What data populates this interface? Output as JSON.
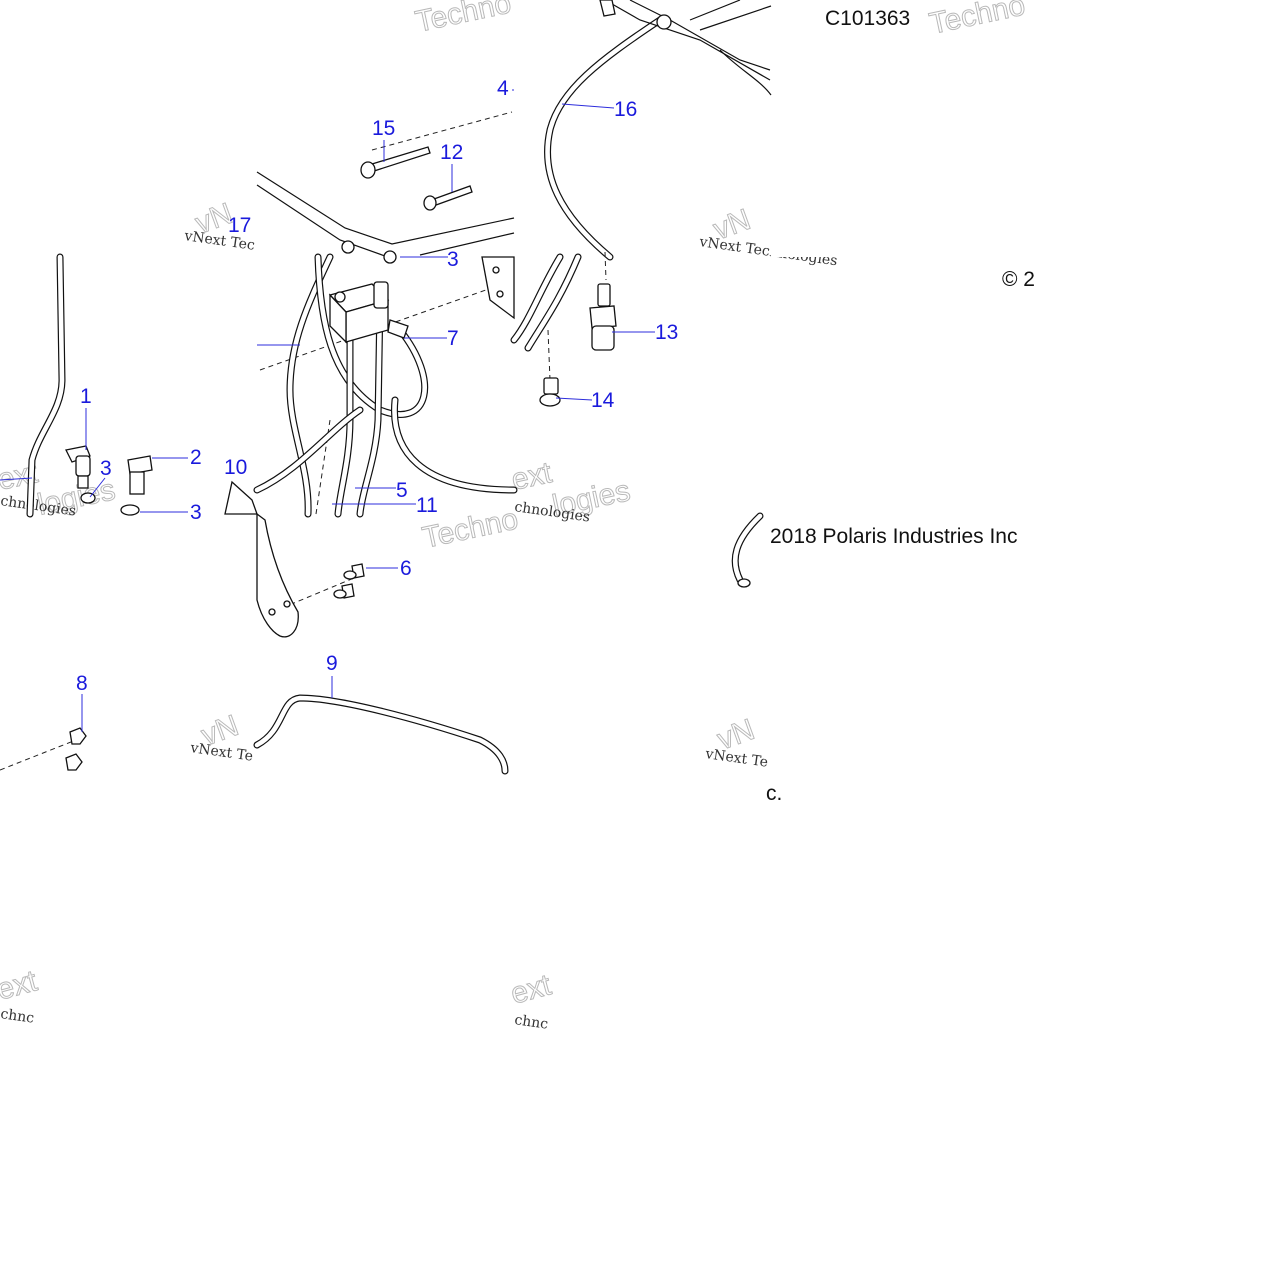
{
  "diagram": {
    "id_code": "C101363",
    "copyright_symbol": "© 2",
    "copyright_text": "2018 Polaris Industries Inc",
    "copyright_tail": "c.",
    "watermark": {
      "big": [
        "Techno",
        "Techno",
        "ext",
        "Techno",
        "ext",
        "vN",
        "vN",
        "vN",
        "vN",
        "ext",
        "ext",
        "logies",
        "logies"
      ],
      "small": [
        "vNext Tec",
        "vNext Technologies",
        "chnologies",
        "chnologies",
        "vNext Te",
        "vNext Te",
        "chnc",
        "chnc"
      ]
    },
    "callouts": {
      "c1": "1",
      "c2": "2",
      "c3a": "3",
      "c3b": "3",
      "c3c": "3",
      "c4": "4",
      "c5": "5",
      "c6": "6",
      "c7": "7",
      "c8": "8",
      "c9": "9",
      "c10": "10",
      "c11": "11",
      "c12": "12",
      "c13": "13",
      "c14": "14",
      "c15": "15",
      "c16": "16",
      "c17": "17"
    }
  }
}
